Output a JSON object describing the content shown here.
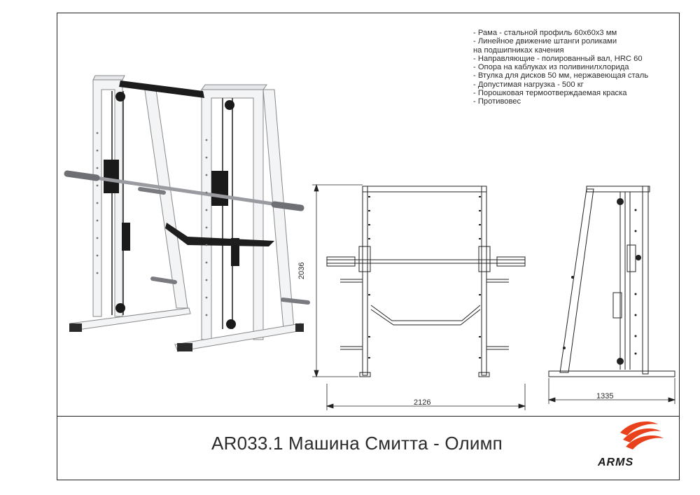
{
  "specs": [
    "- Рама - стальной профиль 60х60х3 мм",
    "- Линейное движение штанги  роликами",
    "на подшипниках качения",
    "- Направляющие - полированный вал, HRC 60",
    "- Опора на каблуках из поливинилхлорида",
    "- Втулка для дисков 50 мм, нержавеющая сталь",
    "- Допустимая нагрузка - 500 кг",
    "- Порошковая термоотверждаемая краска",
    "- Противовес"
  ],
  "title": "AR033.1 Машина Смитта - Олимп",
  "dimensions": {
    "width": "2126",
    "height": "2036",
    "depth": "1335"
  },
  "logo": {
    "text": "ARMS",
    "accent_color": "#e8411c"
  }
}
